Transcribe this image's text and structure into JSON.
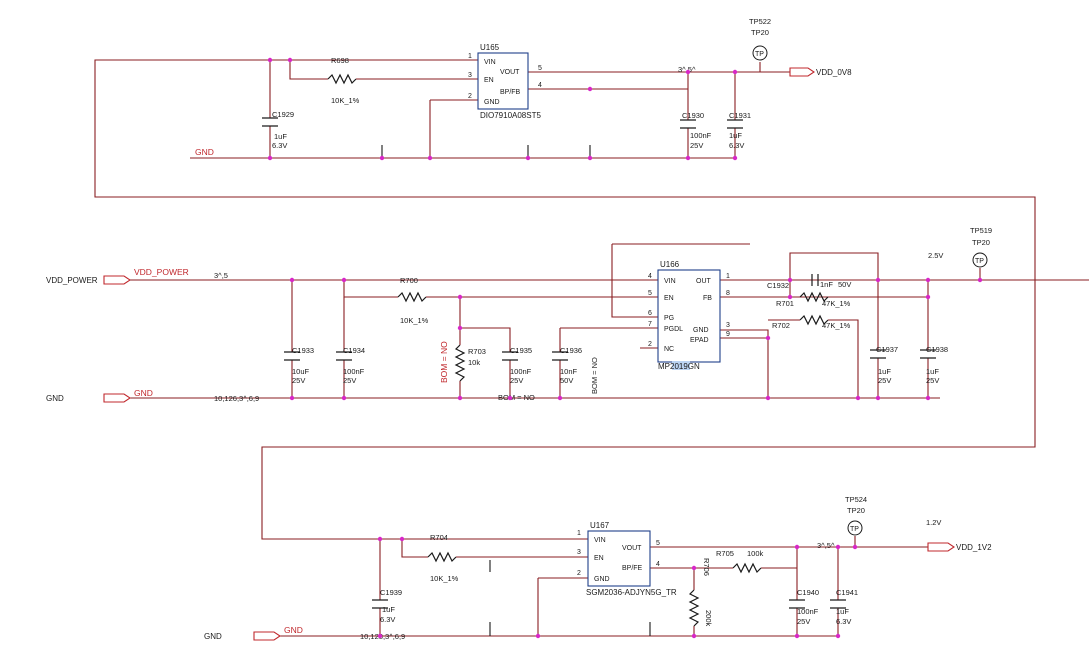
{
  "net": {
    "gnd": "GND",
    "vdd_power": "VDD_POWER",
    "vdd_0v8": "VDD_0V8",
    "vdd_1v2": "VDD_1V2",
    "vdd_power_left": "VDD_POWER",
    "gnd_left_mid": "GND",
    "gnd_left_bot": "GND",
    "xref_vdd_power": "3^,5",
    "xref_gnd_mid": "10,126,3^,6,9",
    "xref_gnd_bot": "10,128,3^,6,9",
    "xref_0v8": "3^,5^",
    "xref_1v2": "3^,5^",
    "v25": "2.5V",
    "v12": "1.2V"
  },
  "tp": {
    "tp522": {
      "ref": "TP522",
      "val": "TP20",
      "sym": "TP"
    },
    "tp519": {
      "ref": "TP519",
      "val": "TP20",
      "sym": "TP"
    },
    "tp524": {
      "ref": "TP524",
      "val": "TP20",
      "sym": "TP"
    }
  },
  "u165": {
    "ref": "U165",
    "part": "DIO7910A08ST5",
    "pins": {
      "vin": "VIN",
      "en": "EN",
      "gnd": "GND",
      "vout": "VOUT",
      "bpfb": "BP/FB"
    },
    "nums": {
      "p1": "1",
      "p3": "3",
      "p2": "2",
      "p5": "5",
      "p4": "4"
    }
  },
  "u166": {
    "ref": "U166",
    "part": "MP2019GN",
    "pins": {
      "vin": "VIN",
      "en": "EN",
      "pg": "PG",
      "pgdl": "PGDL",
      "nc": "NC",
      "out": "OUT",
      "fb": "FB",
      "gnd": "GND",
      "epad": "EPAD"
    },
    "nums": {
      "p4": "4",
      "p5": "5",
      "p6": "6",
      "p7": "7",
      "p2": "2",
      "p1": "1",
      "p8": "8",
      "p3": "3",
      "p9": "9"
    }
  },
  "u167": {
    "ref": "U167",
    "part": "SGM2036-ADJYN5G_TR",
    "pins": {
      "vin": "VIN",
      "en": "EN",
      "gnd": "GND",
      "vout": "VOUT",
      "bpfb": "BP/FE"
    },
    "nums": {
      "p1": "1",
      "p3": "3",
      "p2": "2",
      "p5": "5",
      "p4": "4"
    }
  },
  "parts": {
    "r698": {
      "ref": "R698",
      "val": "10K_1%"
    },
    "c1929": {
      "ref": "C1929",
      "v1": "1uF",
      "v2": "6.3V"
    },
    "c1930": {
      "ref": "C1930",
      "v1": "100nF",
      "v2": "25V"
    },
    "c1931": {
      "ref": "C1931",
      "v1": "1uF",
      "v2": "6.3V"
    },
    "r700": {
      "ref": "R700",
      "val": "10K_1%"
    },
    "c1933": {
      "ref": "C1933",
      "v1": "10uF",
      "v2": "25V"
    },
    "c1934": {
      "ref": "C1934",
      "v1": "100nF",
      "v2": "25V"
    },
    "r703": {
      "ref": "R703",
      "val": "10k"
    },
    "c1935": {
      "ref": "C1935",
      "v1": "100nF",
      "v2": "25V"
    },
    "c1936": {
      "ref": "C1936",
      "v1": "10nF",
      "v2": "50V"
    },
    "c1932": {
      "ref": "C1932",
      "v1": "1nF",
      "v2": "50V"
    },
    "r701": {
      "ref": "R701",
      "val": "47K_1%"
    },
    "r702": {
      "ref": "R702",
      "val": "47K_1%"
    },
    "c1937": {
      "ref": "C1937",
      "v1": "1uF",
      "v2": "25V"
    },
    "c1938": {
      "ref": "C1938",
      "v1": "1uF",
      "v2": "25V"
    },
    "r704": {
      "ref": "R704",
      "val": "10K_1%"
    },
    "c1939": {
      "ref": "C1939",
      "v1": "1uF",
      "v2": "6.3V"
    },
    "r705": {
      "ref": "R705",
      "val": "100k"
    },
    "r706": {
      "ref": "R706",
      "val": "200k"
    },
    "c1940": {
      "ref": "C1940",
      "v1": "100nF",
      "v2": "25V"
    },
    "c1941": {
      "ref": "C1941",
      "v1": "1uF",
      "v2": "6.3V"
    }
  },
  "bom": {
    "a": "BOM = NO",
    "b": "BOM = NO",
    "c": "BOM = NO"
  },
  "colors": {
    "wire": "#8a1e22",
    "netlabel": "#c0282d",
    "junction": "#d828c8",
    "ic_border": "#1f3f8a"
  }
}
